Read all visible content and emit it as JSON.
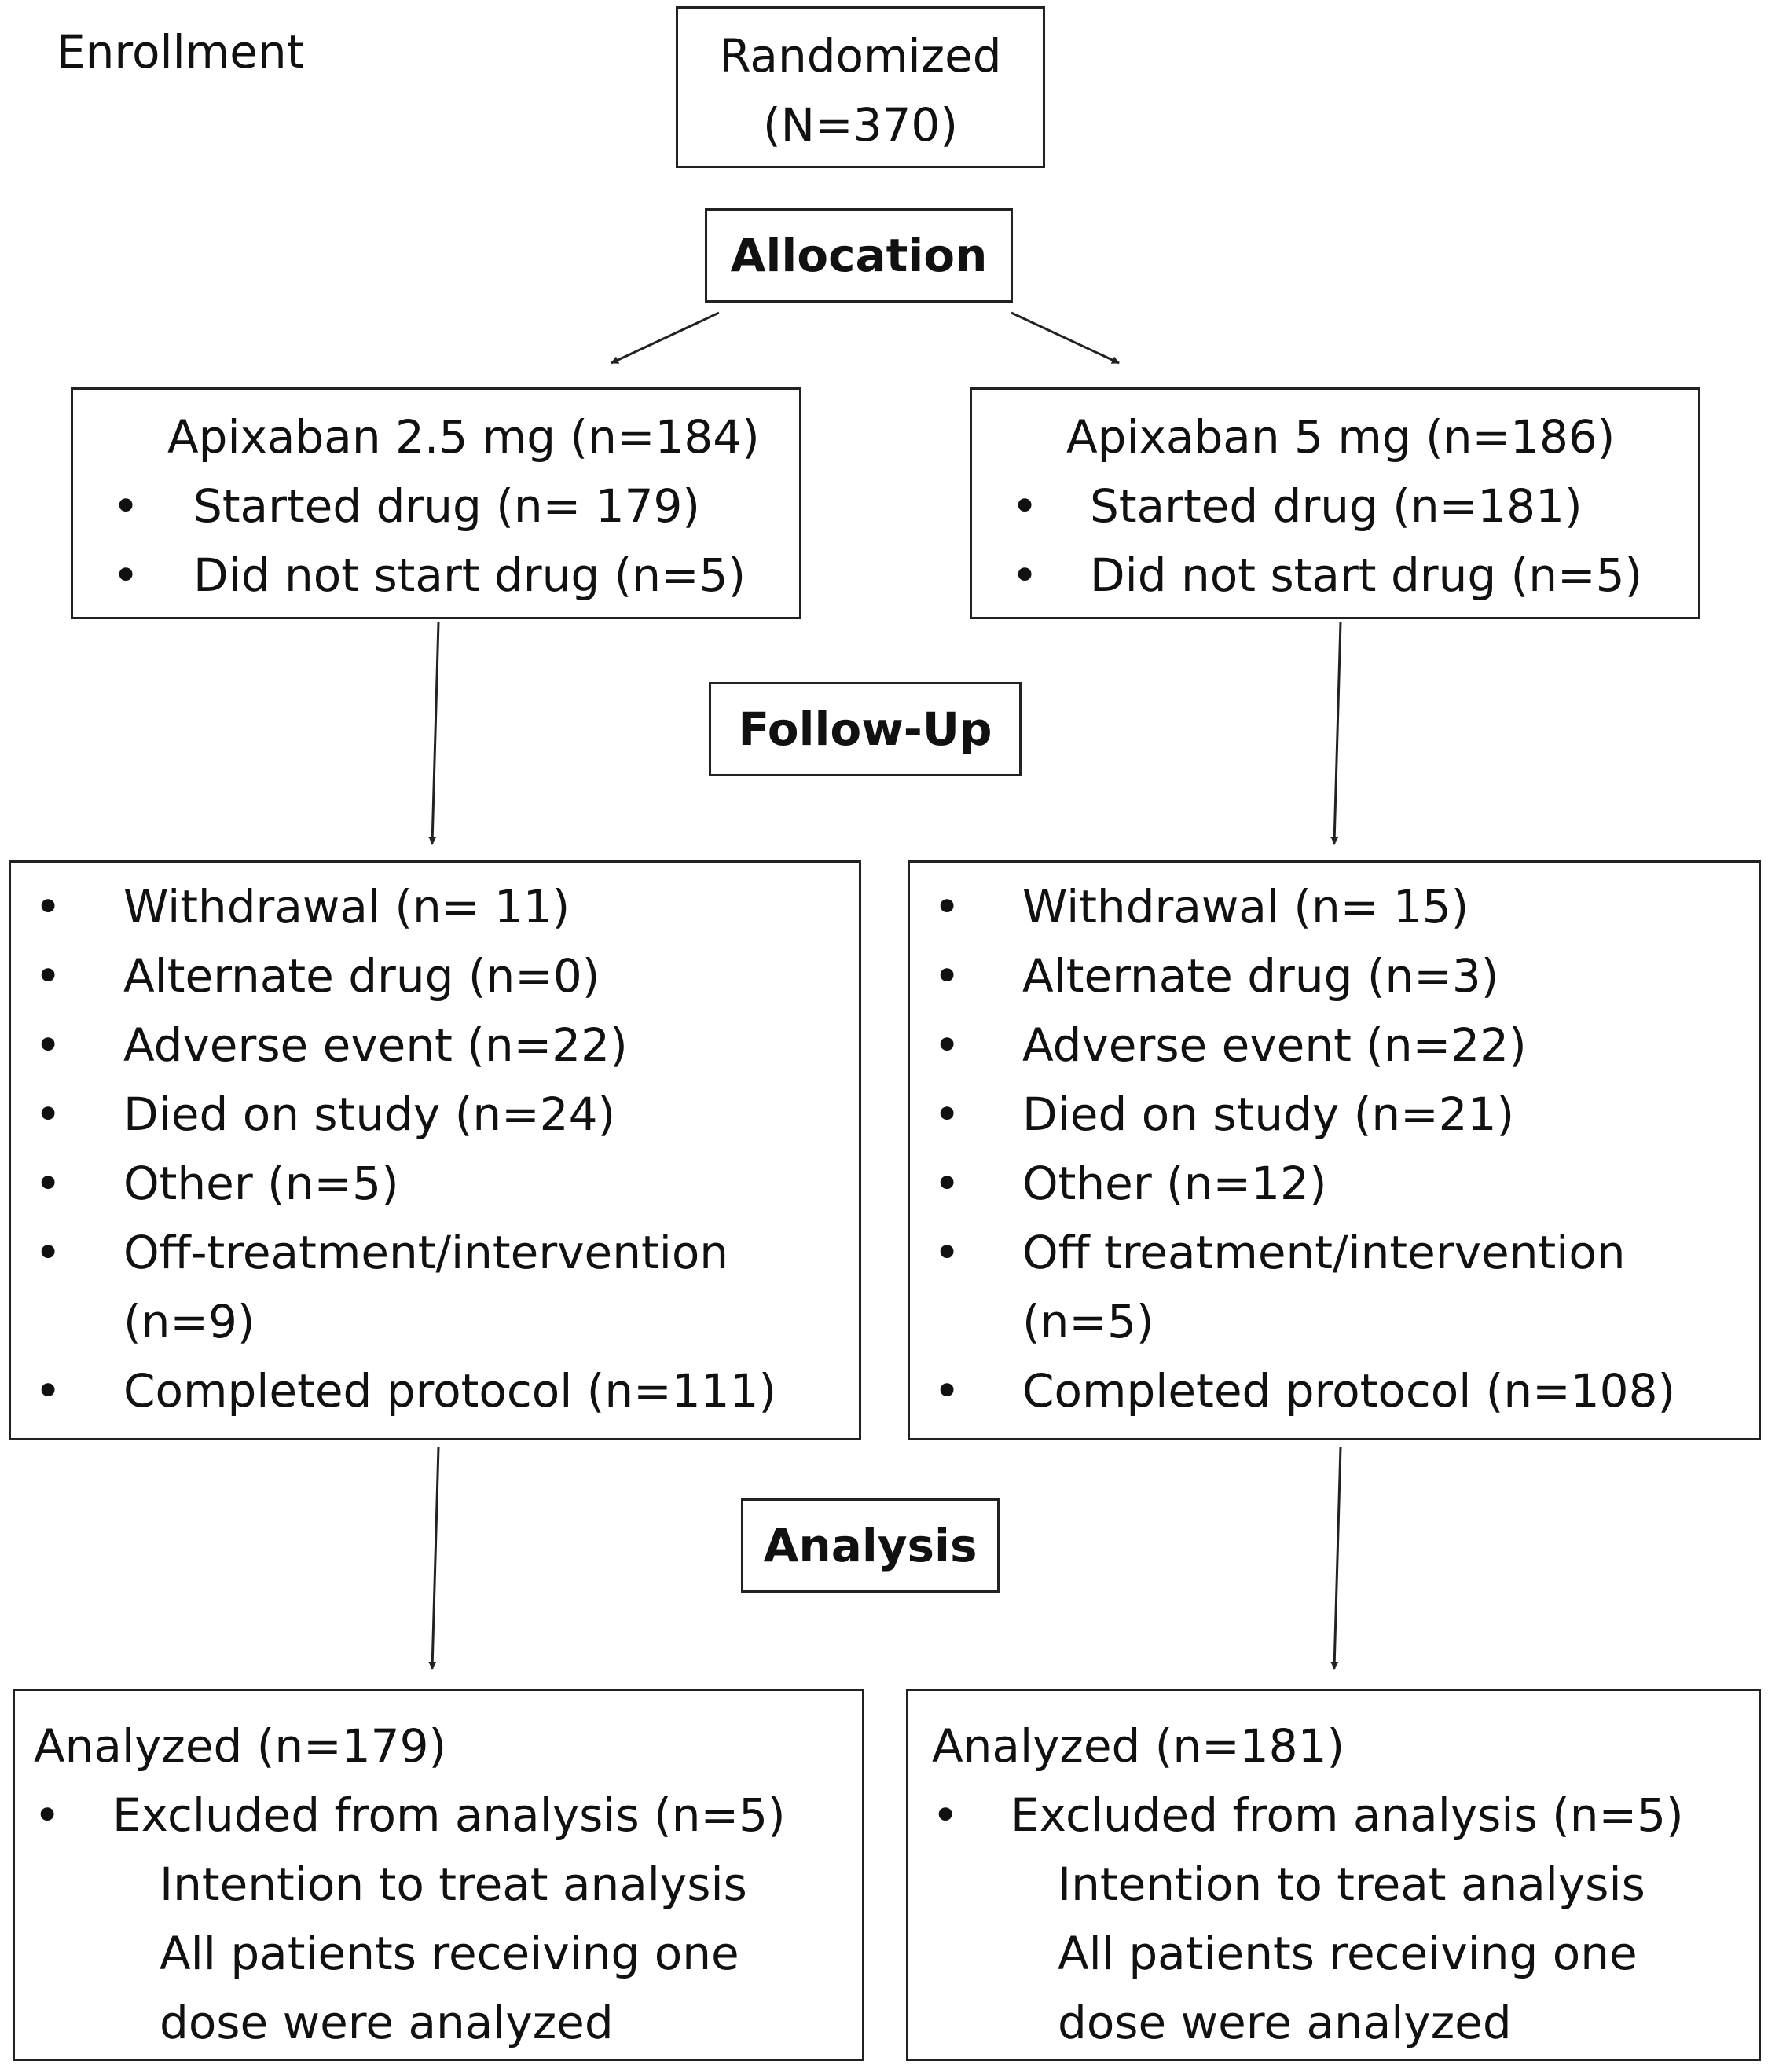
{
  "enrollment_label": "Enrollment",
  "randomized": {
    "line1": "Randomized",
    "line2": "(N=370)"
  },
  "stages": {
    "allocation": "Allocation",
    "follow_up": "Follow-Up",
    "analysis": "Analysis"
  },
  "bullet": "•",
  "left_arm": {
    "title": "Apixaban 2.5 mg (n=184)",
    "allocation_items": [
      "Started drug (n= 179)",
      "Did not start drug (n=5)"
    ],
    "followup_items": [
      "Withdrawal (n= 11)",
      "Alternate drug (n=0)",
      "Adverse event (n=22)",
      "Died on study (n=24)",
      "Other (n=5)",
      "Off-treatment/intervention",
      "Completed protocol (n=111)"
    ],
    "followup_item6_cont": "(n=9)",
    "analyzed": "Analyzed (n=179)",
    "excluded": "Excluded from analysis (n=5)",
    "notes": [
      "Intention to treat analysis",
      "All patients receiving one",
      "dose were analyzed"
    ]
  },
  "right_arm": {
    "title": "Apixaban 5 mg (n=186)",
    "allocation_items": [
      "Started drug (n=181)",
      "Did not start drug (n=5)"
    ],
    "followup_items": [
      "Withdrawal (n= 15)",
      "Alternate drug (n=3)",
      "Adverse event (n=22)",
      "Died on study (n=21)",
      "Other (n=12)",
      "Off treatment/intervention",
      "Completed protocol (n=108)"
    ],
    "followup_item6_cont": "(n=5)",
    "analyzed": "Analyzed (n=181)",
    "excluded": "Excluded from analysis (n=5)",
    "notes": [
      "Intention to treat analysis",
      "All patients receiving one",
      "dose were analyzed"
    ]
  }
}
